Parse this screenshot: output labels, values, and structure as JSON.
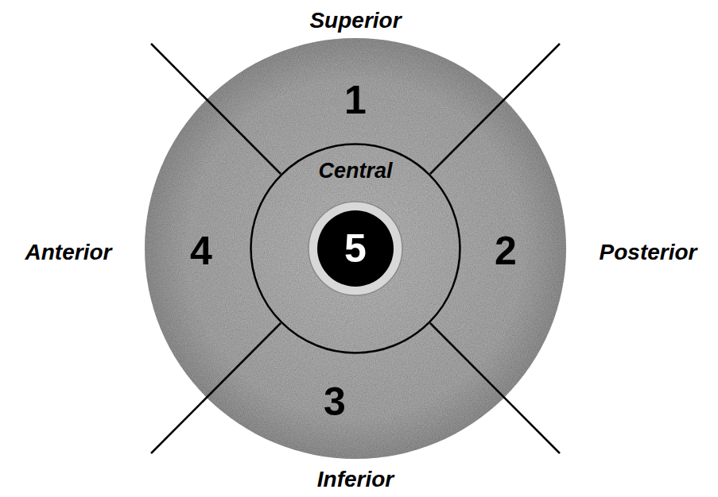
{
  "diagram": {
    "nodes": [
      {
        "text": [
          "Central"
        ]
      },
      {
        "text": [
          "5"
        ],
        "in": 0
      }
    ],
    "labels": [
      "Superior",
      "1",
      "Anterior",
      "4",
      "2",
      "Posterior",
      "3",
      "Inferior"
    ]
  }
}
